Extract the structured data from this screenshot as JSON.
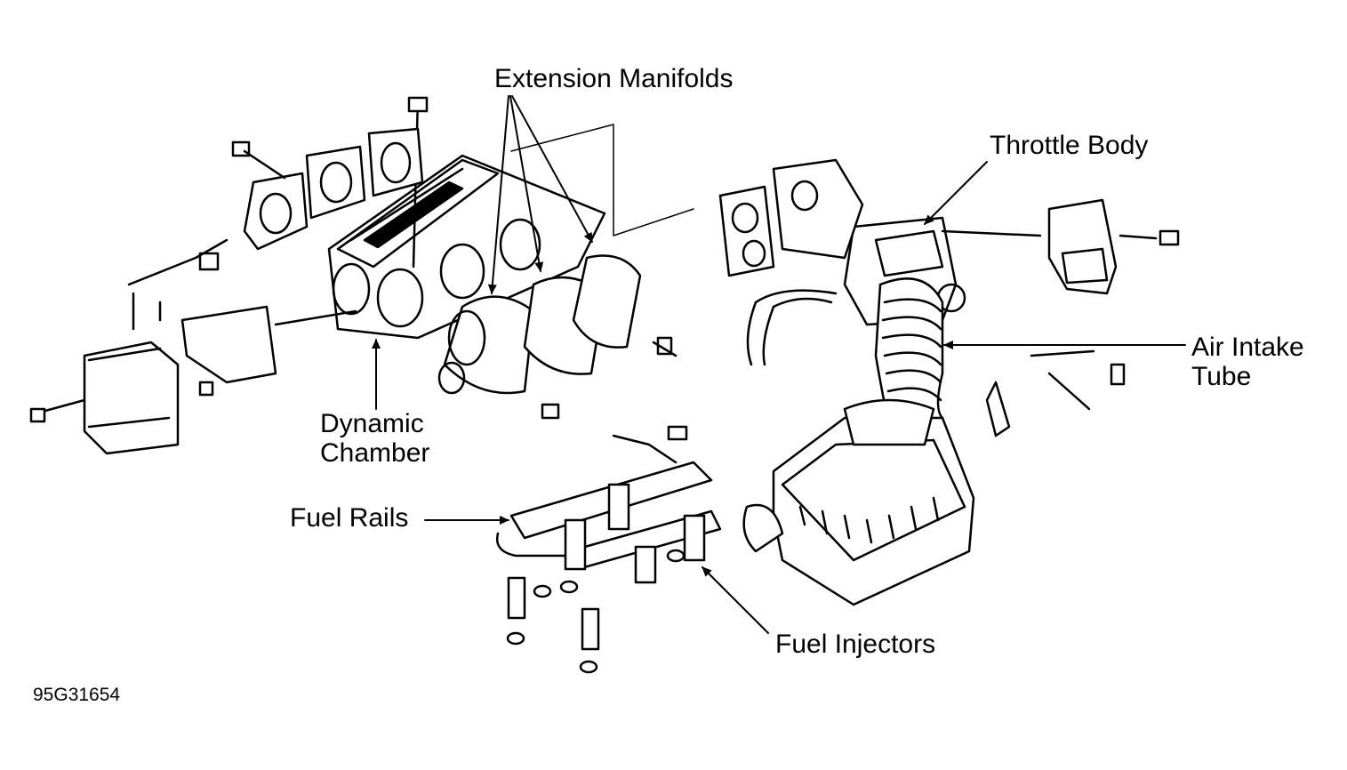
{
  "labels": {
    "extension_manifolds": "Extension Manifolds",
    "throttle_body": "Throttle Body",
    "air_intake_tube_line1": "Air Intake",
    "air_intake_tube_line2": "Tube",
    "dynamic_chamber_line1": "Dynamic",
    "dynamic_chamber_line2": "Chamber",
    "fuel_rails": "Fuel Rails",
    "fuel_injectors": "Fuel Injectors"
  },
  "figure_code": "95G31654",
  "colors": {
    "ink": "#000000",
    "background": "#ffffff"
  }
}
